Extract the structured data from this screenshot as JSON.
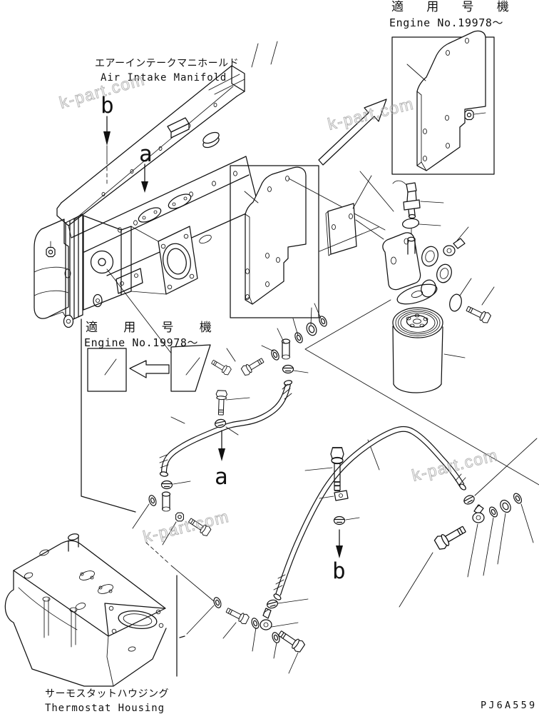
{
  "diagram": {
    "code": "PJ6A559",
    "watermark": "k-part.com",
    "inset_top_right": {
      "title": "適 用 号 機",
      "engine_no": "Engine No.19978～"
    },
    "inset_mid_left": {
      "title": "適 用 号 機",
      "engine_no": "Engine No.19978～"
    },
    "air_intake_manifold": {
      "jp": "エアーインテークマニホールド",
      "en": "Air Intake Manifold"
    },
    "thermostat_housing": {
      "jp": "サーモスタットハウジング",
      "en": "Thermostat Housing"
    },
    "view_a": "a",
    "view_b": "b"
  },
  "colors": {
    "line": "#111111",
    "background": "#ffffff",
    "watermark": "#a6a6a6"
  }
}
